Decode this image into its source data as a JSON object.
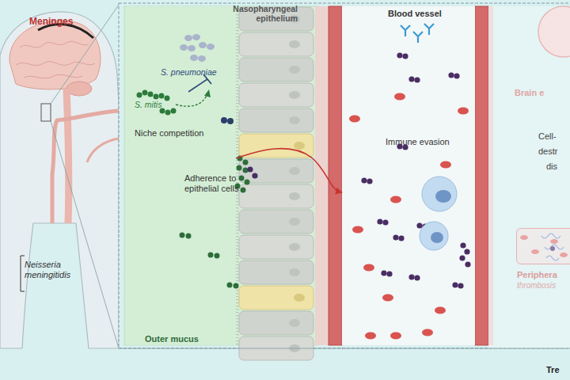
{
  "diagram": {
    "nodes": [
      {
        "text": [
          "Outer mucus"
        ]
      },
      {
        "text": [
          "Blood vessel",
          "Immune evasion"
        ]
      },
      {
        "text": [
          "Periphera",
          "thrombosis"
        ]
      }
    ],
    "edges": [
      {
        "from": 0,
        "to": 1,
        "arrow": "to"
      }
    ],
    "labels": [
      "Meninges",
      "Neisseria meningitidis",
      "Nasopharyngeal epithelium",
      "S. pneumoniae",
      "S. mitis",
      "Niche competition",
      "Adherence to epithelial cells",
      "Brain e",
      "Cell-",
      "destr",
      "dis",
      "Tre"
    ]
  }
}
